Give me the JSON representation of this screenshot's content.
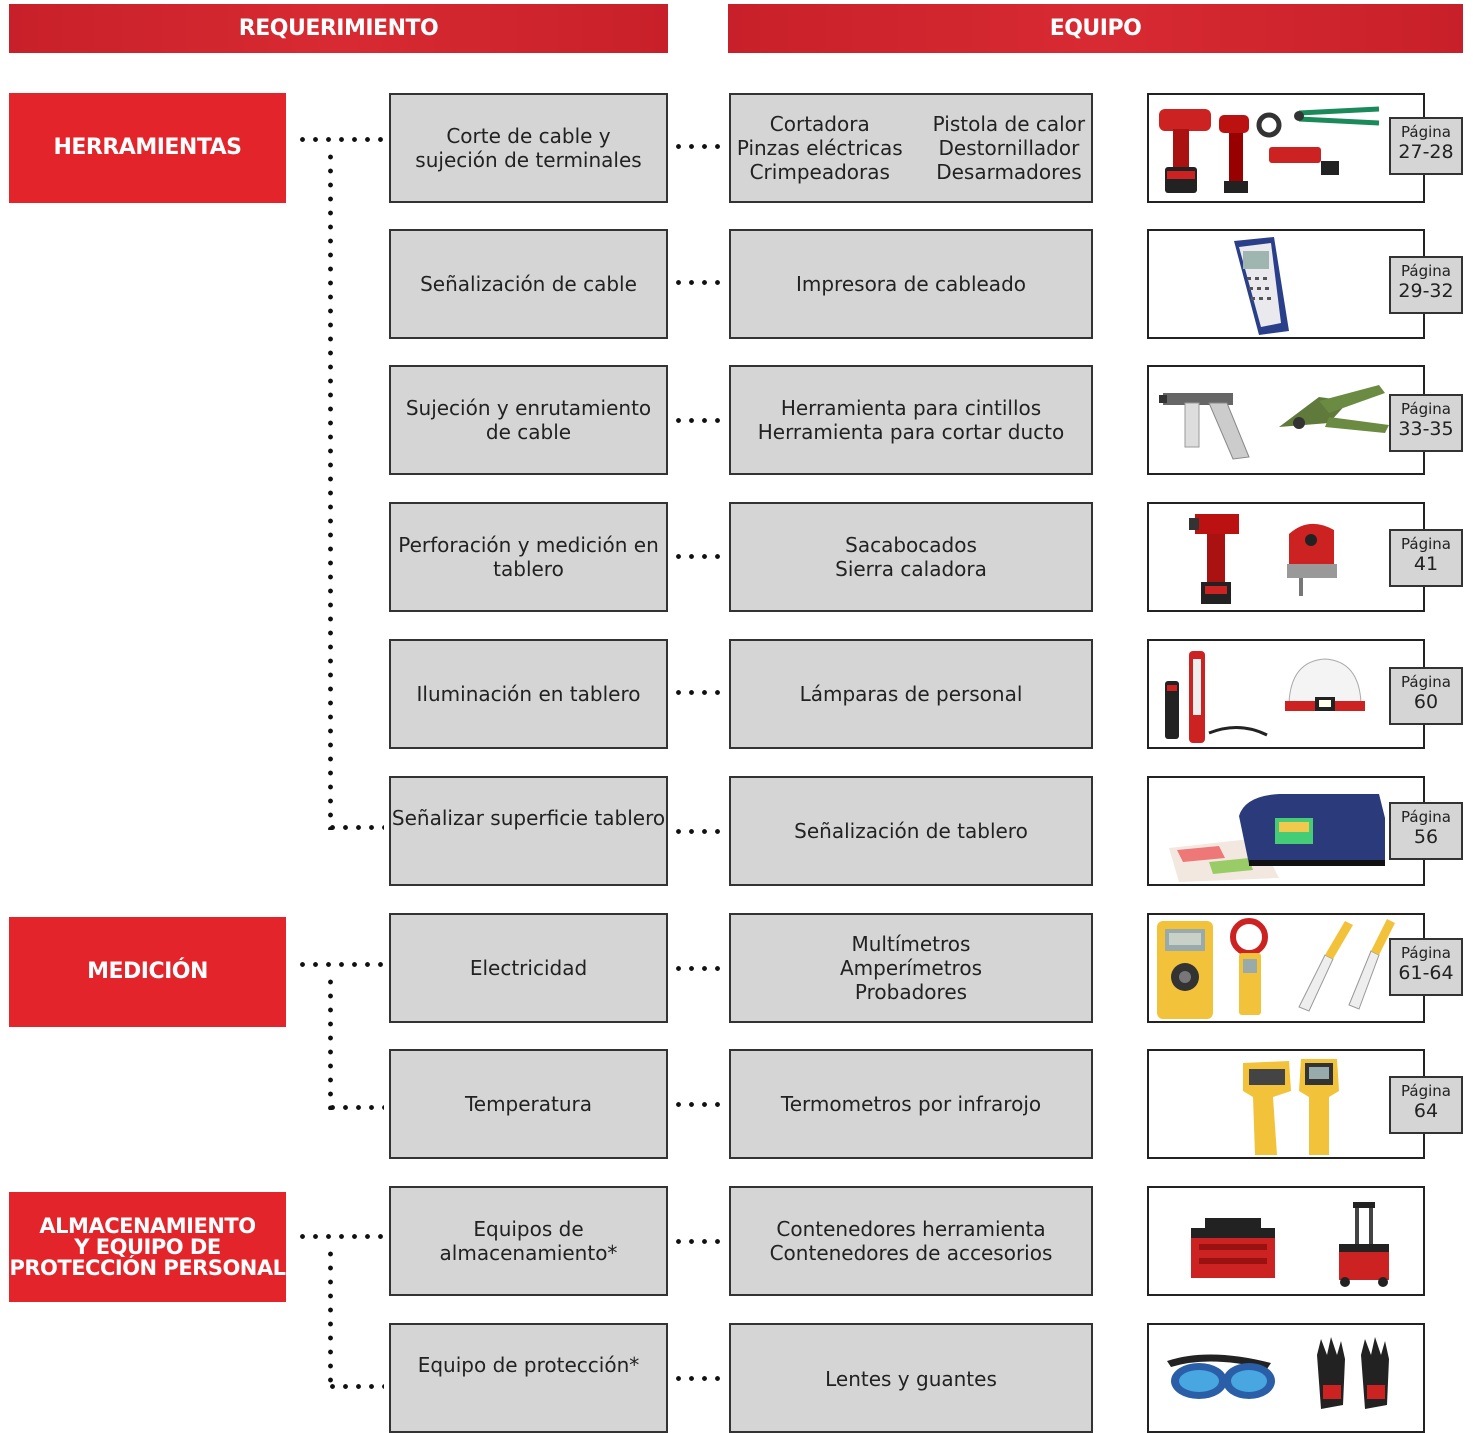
{
  "headers": {
    "requirement": "REQUERIMIENTO",
    "equipment": "EQUIPO"
  },
  "categories": [
    {
      "label": "HERRAMIENTAS"
    },
    {
      "label": "MEDICIÓN"
    },
    {
      "label": "ALMACENAMIENTO\nY EQUIPO DE\nPROTECCIÓN PERSONAL"
    }
  ],
  "rows": [
    {
      "requirement": "Corte de cable y sujeción de terminales",
      "equipment_cols": [
        [
          "Cortadora",
          "Pinzas eléctricas",
          "Crimpeadoras"
        ],
        [
          "Pistola de calor",
          "Destornillador",
          "Desarmadores"
        ]
      ],
      "page_word": "Página",
      "page": "27-28",
      "image": "power-tools-image"
    },
    {
      "requirement": "Señalización de cable",
      "equipment": [
        "Impresora de cableado"
      ],
      "page_word": "Página",
      "page": "29-32",
      "image": "label-printer-image"
    },
    {
      "requirement": "Sujeción y enrutamiento de cable",
      "equipment": [
        "Herramienta para cintillos",
        "Herramienta para cortar ducto"
      ],
      "page_word": "Página",
      "page": "33-35",
      "image": "cable-tie-tools-image"
    },
    {
      "requirement": "Perforación y medición en tablero",
      "equipment": [
        "Sacabocados",
        "Sierra caladora"
      ],
      "page_word": "Página",
      "page": "41",
      "image": "punch-jigsaw-image"
    },
    {
      "requirement": "Iluminación en tablero",
      "equipment": [
        "Lámparas de personal"
      ],
      "page_word": "Página",
      "page": "60",
      "image": "lamps-image"
    },
    {
      "requirement": "Señalizar superficie tablero",
      "equipment": [
        "Señalización de tablero"
      ],
      "page_word": "Página",
      "page": "56",
      "image": "sign-printer-image"
    },
    {
      "requirement": "Electricidad",
      "equipment": [
        "Multímetros",
        "Amperímetros",
        "Probadores"
      ],
      "page_word": "Página",
      "page": "61-64",
      "image": "multimeters-image"
    },
    {
      "requirement": "Temperatura",
      "equipment": [
        "Termometros por infrarojo"
      ],
      "page_word": "Página",
      "page": "64",
      "image": "ir-thermometers-image"
    },
    {
      "requirement": "Equipos de almacenamiento*",
      "equipment": [
        "Contenedores herramienta",
        "Contenedores de accesorios"
      ],
      "image": "storage-boxes-image"
    },
    {
      "requirement": "Equipo de protección*",
      "equipment": [
        "Lentes y guantes"
      ],
      "image": "glasses-gloves-image"
    }
  ],
  "colors": {
    "red": "#e3242b",
    "header_red": "#c8202a",
    "box_gray": "#d5d5d5"
  }
}
